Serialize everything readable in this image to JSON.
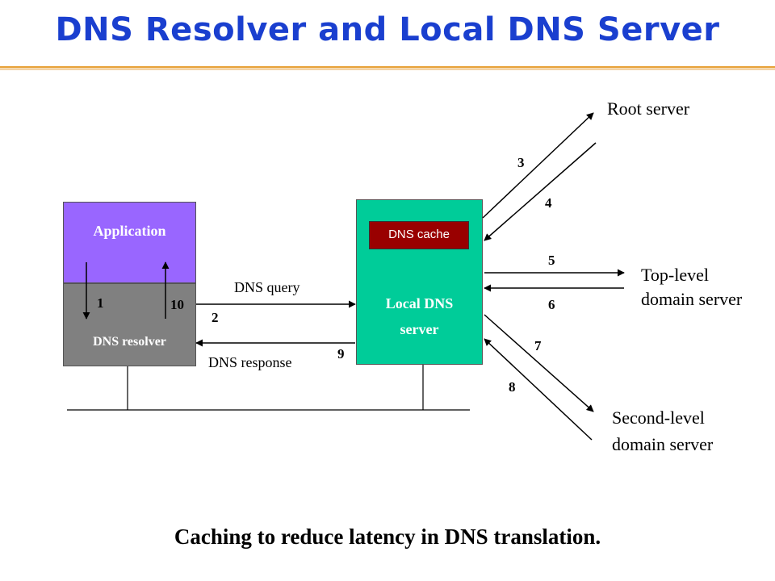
{
  "title": "DNS Resolver and Local DNS Server",
  "caption": "Caching to reduce latency in DNS translation.",
  "colors": {
    "title": "#1a3fcf",
    "application": "#9966ff",
    "resolver": "#808080",
    "local_dns": "#00cc99",
    "cache": "#990000",
    "rule_orange": "#e8a33c"
  },
  "boxes": {
    "application": "Application",
    "resolver": "DNS resolver",
    "cache": "DNS cache",
    "local_dns_line1": "Local DNS",
    "local_dns_line2": "server"
  },
  "servers": {
    "root": "Root server",
    "tld_line1": "Top-level",
    "tld_line2": "domain server",
    "sld_line1": "Second-level",
    "sld_line2": "domain server"
  },
  "messages": {
    "query": "DNS query",
    "response": "DNS response"
  },
  "steps": [
    "1",
    "2",
    "3",
    "4",
    "5",
    "6",
    "7",
    "8",
    "9",
    "10"
  ]
}
